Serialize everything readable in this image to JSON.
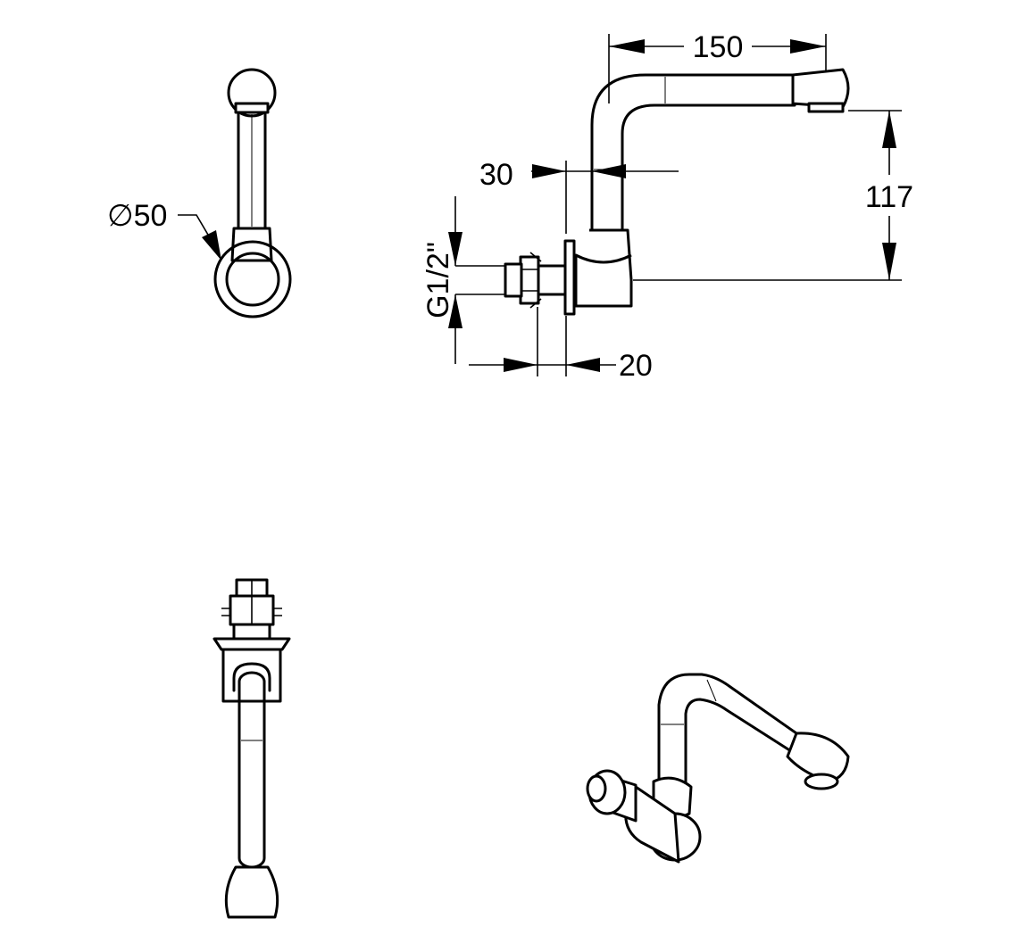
{
  "dimensions": {
    "diameter_symbol": "∅",
    "diameter_value": "50",
    "spout_reach": "150",
    "spout_height": "117",
    "pipe_offset": "30",
    "thread_size": "G1/2\"",
    "wall_depth": "20"
  }
}
